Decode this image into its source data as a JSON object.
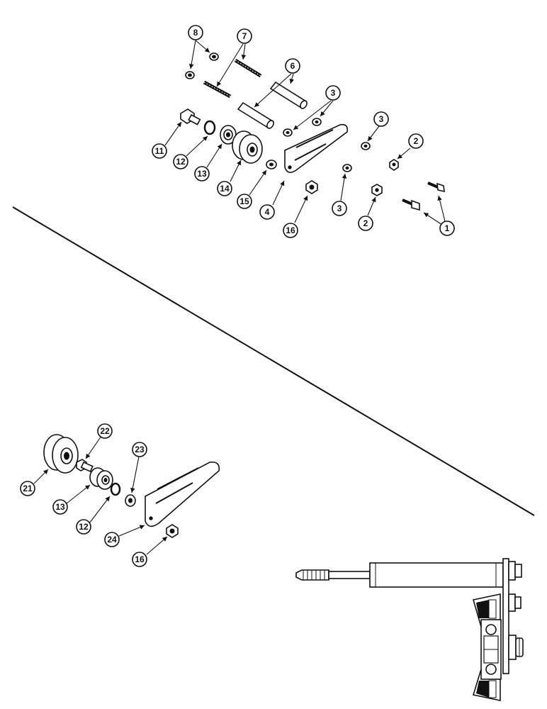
{
  "callouts": {
    "c1": "1",
    "c2a": "2",
    "c2b": "2",
    "c3a": "3",
    "c3b": "3",
    "c3c": "3",
    "c4": "4",
    "c6": "6",
    "c7": "7",
    "c8": "8",
    "c11": "11",
    "c12": "12",
    "c13": "13",
    "c14": "14",
    "c15": "15",
    "c16": "16",
    "c21": "21",
    "c22": "22",
    "c13b": "13",
    "c23": "23",
    "c12b": "12",
    "c24": "24",
    "c16b": "16"
  },
  "colors": {
    "ink": "#111111",
    "paper": "#ffffff"
  }
}
